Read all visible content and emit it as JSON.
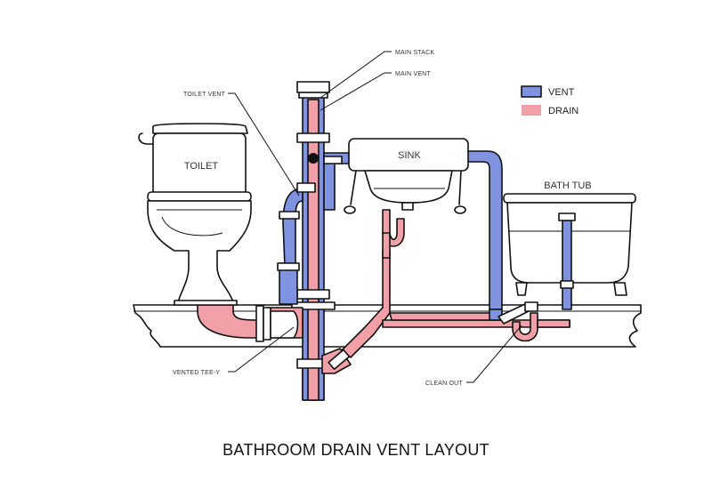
{
  "title": "BATHROOM DRAIN VENT LAYOUT",
  "colors": {
    "vent": "#7f93e0",
    "drain": "#f0a0a6",
    "outline": "#111111"
  },
  "legend": [
    {
      "label": "VENT",
      "color": "#7f93e0"
    },
    {
      "label": "DRAIN",
      "color": "#f0a0a6"
    }
  ],
  "fixtures": {
    "toilet": "TOILET",
    "sink": "SINK",
    "bathtub": "BATH TUB"
  },
  "callouts": {
    "main_stack": "MAIN STACK",
    "main_vent": "MAIN VENT",
    "toilet_vent": "TOILET VENT",
    "vented_tee": "VENTED TEE-Y",
    "clean_out": "CLEAN OUT"
  }
}
